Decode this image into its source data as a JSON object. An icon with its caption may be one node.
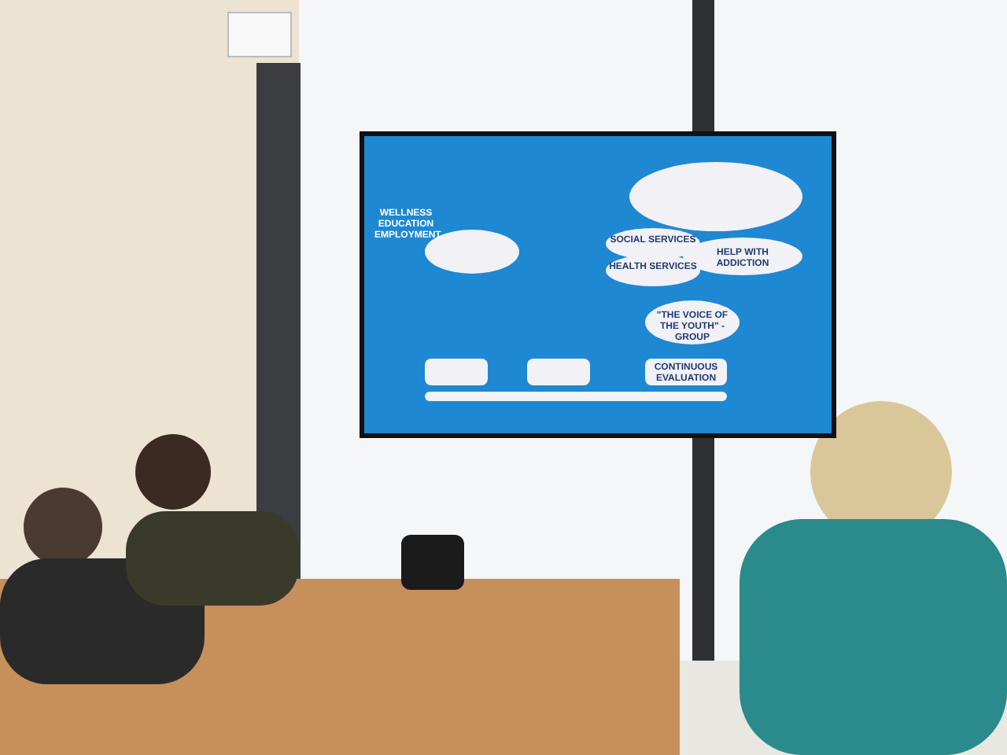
{
  "diagram": {
    "labels": [
      "WELLNESS EDUCATION EMPLOYMENT",
      "SOCIAL SERVICES",
      "HEALTH SERVICES",
      "HELP WITH ADDICTION",
      "\"THE VOICE OF THE YOUTH\" - GROUP",
      "CONTINUOUS EVALUATION"
    ]
  }
}
